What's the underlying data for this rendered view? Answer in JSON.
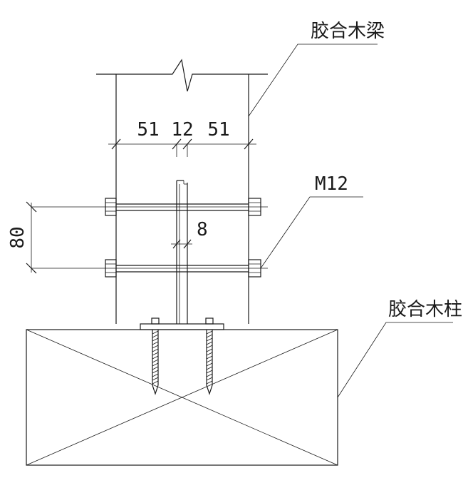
{
  "labels": {
    "beam": "胶合木梁",
    "bolt": "M12",
    "column": "胶合木柱"
  },
  "dimensions": {
    "beam_left": "51",
    "plate_gap": "12",
    "beam_right": "51",
    "plate_thickness": "8",
    "bolt_spacing": "80"
  },
  "colors": {
    "line": "#1a1a1a",
    "background": "#ffffff"
  }
}
